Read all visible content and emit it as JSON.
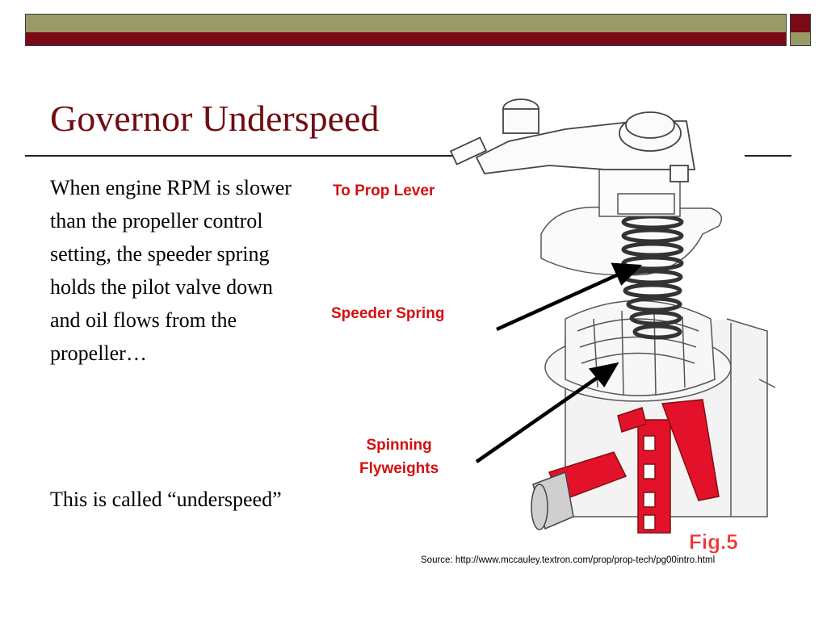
{
  "slide": {
    "title": "Governor Underspeed",
    "body_paragraph_1": "When engine RPM is slower than the propeller control setting, the speeder spring holds the pilot valve down and oil flows from the propeller…",
    "body_paragraph_2": "This is called “underspeed”"
  },
  "figure": {
    "labels": {
      "prop_lever": "To Prop Lever",
      "speeder_spring": "Speeder Spring",
      "flyweights_line1": "Spinning",
      "flyweights_line2": "Flyweights"
    },
    "fig_label": "Fig.5",
    "source": "Source: http://www.mccauley.textron.com/prop/prop-tech/pg00intro.html"
  },
  "colors": {
    "title": "#6e0d12",
    "label_red": "#d40f0f",
    "bar_maroon": "#7a0b16",
    "bar_olive": "#9a9a66"
  }
}
